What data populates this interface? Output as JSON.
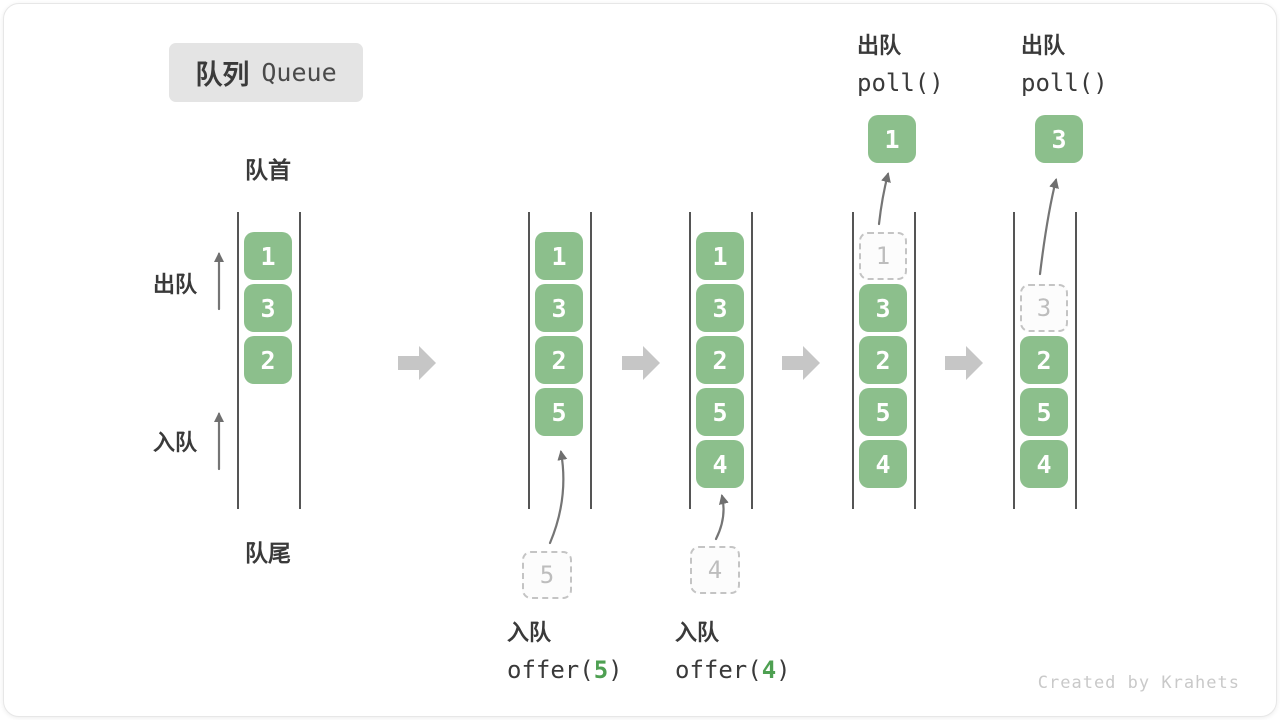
{
  "title": {
    "zh": "队列",
    "en": "Queue"
  },
  "side": {
    "front": "队首",
    "rear": "队尾",
    "dequeue": "出队",
    "enqueue": "入队"
  },
  "watermark": "Created by Krahets",
  "colors": {
    "cell_green": "#8cbf8c",
    "code_arg_green": "#4ea052",
    "block_arrow_gray": "#c6c6c6",
    "thin_arrow_gray": "#757575",
    "wall_gray": "#555555",
    "dashed_border_gray": "#c4c4c4",
    "dashed_text_gray": "#bdbdbd",
    "text_dark": "#3a3a3a",
    "badge_bg": "#e4e4e4",
    "watermark_gray": "#c9c9c9"
  },
  "steps": [
    {
      "name": "initial-queue",
      "cells": [
        {
          "row": 0,
          "value": "1",
          "style": "solid"
        },
        {
          "row": 1,
          "value": "3",
          "style": "solid"
        },
        {
          "row": 2,
          "value": "2",
          "style": "solid"
        }
      ]
    },
    {
      "name": "after-offer-5",
      "cells": [
        {
          "row": 0,
          "value": "1",
          "style": "solid"
        },
        {
          "row": 1,
          "value": "3",
          "style": "solid"
        },
        {
          "row": 2,
          "value": "2",
          "style": "solid"
        },
        {
          "row": 3,
          "value": "5",
          "style": "solid"
        }
      ],
      "enqueue_value": "5",
      "bottom_caption": {
        "label": "入队",
        "code_before": "offer(",
        "code_arg": "5",
        "code_after": ")"
      }
    },
    {
      "name": "after-offer-4",
      "cells": [
        {
          "row": 0,
          "value": "1",
          "style": "solid"
        },
        {
          "row": 1,
          "value": "3",
          "style": "solid"
        },
        {
          "row": 2,
          "value": "2",
          "style": "solid"
        },
        {
          "row": 3,
          "value": "5",
          "style": "solid"
        },
        {
          "row": 4,
          "value": "4",
          "style": "solid"
        }
      ],
      "enqueue_value": "4",
      "bottom_caption": {
        "label": "入队",
        "code_before": "offer(",
        "code_arg": "4",
        "code_after": ")"
      }
    },
    {
      "name": "after-poll-1",
      "cells": [
        {
          "row": 0,
          "value": "1",
          "style": "dashed"
        },
        {
          "row": 1,
          "value": "3",
          "style": "solid"
        },
        {
          "row": 2,
          "value": "2",
          "style": "solid"
        },
        {
          "row": 3,
          "value": "5",
          "style": "solid"
        },
        {
          "row": 4,
          "value": "4",
          "style": "solid"
        }
      ],
      "dequeue_value": "1",
      "top_caption": {
        "label": "出队",
        "code": "poll()"
      }
    },
    {
      "name": "after-poll-3",
      "cells": [
        {
          "row": 1,
          "value": "3",
          "style": "dashed"
        },
        {
          "row": 2,
          "value": "2",
          "style": "solid"
        },
        {
          "row": 3,
          "value": "5",
          "style": "solid"
        },
        {
          "row": 4,
          "value": "4",
          "style": "solid"
        }
      ],
      "dequeue_value": "3",
      "top_caption": {
        "label": "出队",
        "code": "poll()"
      }
    }
  ]
}
